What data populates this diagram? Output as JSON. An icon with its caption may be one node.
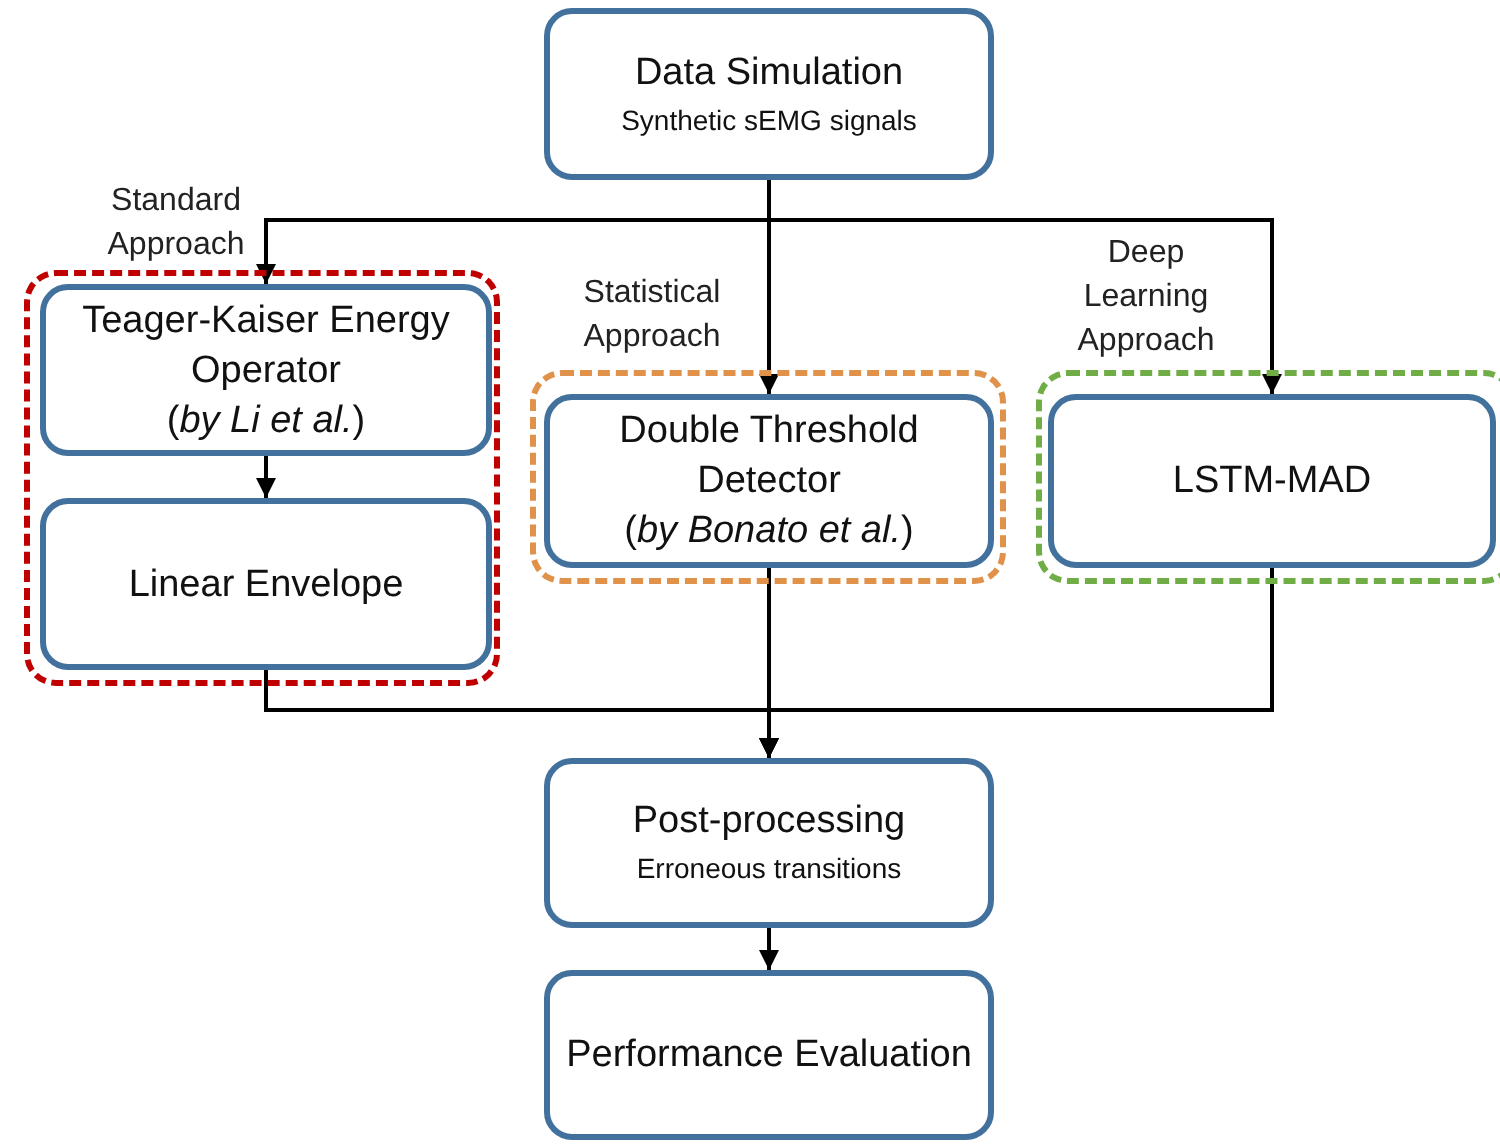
{
  "diagram": {
    "nodes": [
      {
        "text": [
          "Data Simulation",
          "Synthetic sEMG signals"
        ]
      },
      {
        "text": [
          "Standard Approach"
        ]
      },
      {
        "text": [
          "Teager-Kaiser Energy Operator",
          "(*by Li et al.*)"
        ],
        "in": 1
      },
      {
        "text": [
          "Linear Envelope"
        ],
        "in": 1
      },
      {
        "text": [
          "Statistical Approach"
        ]
      },
      {
        "text": [
          "Double Threshold Detector",
          "(*by Bonato et al.*)"
        ],
        "in": 4
      },
      {
        "text": [
          "Deep Learning Approach"
        ]
      },
      {
        "text": [
          "LSTM-MAD"
        ],
        "in": 6
      },
      {
        "text": [
          "Post-processing",
          "Erroneous transitions"
        ]
      },
      {
        "text": [
          "Performance Evaluation"
        ]
      }
    ],
    "edges": [
      {
        "from": 0,
        "to": 2,
        "arrow": "to"
      },
      {
        "from": 0,
        "to": 5,
        "arrow": "to"
      },
      {
        "from": 0,
        "to": 7,
        "arrow": "to"
      },
      {
        "from": 2,
        "to": 3,
        "arrow": "to"
      },
      {
        "from": 3,
        "to": 8,
        "arrow": "to"
      },
      {
        "from": 5,
        "to": 8,
        "arrow": "to"
      },
      {
        "from": 7,
        "to": 8,
        "arrow": "to"
      },
      {
        "from": 8,
        "to": 9,
        "arrow": "to"
      }
    ]
  }
}
